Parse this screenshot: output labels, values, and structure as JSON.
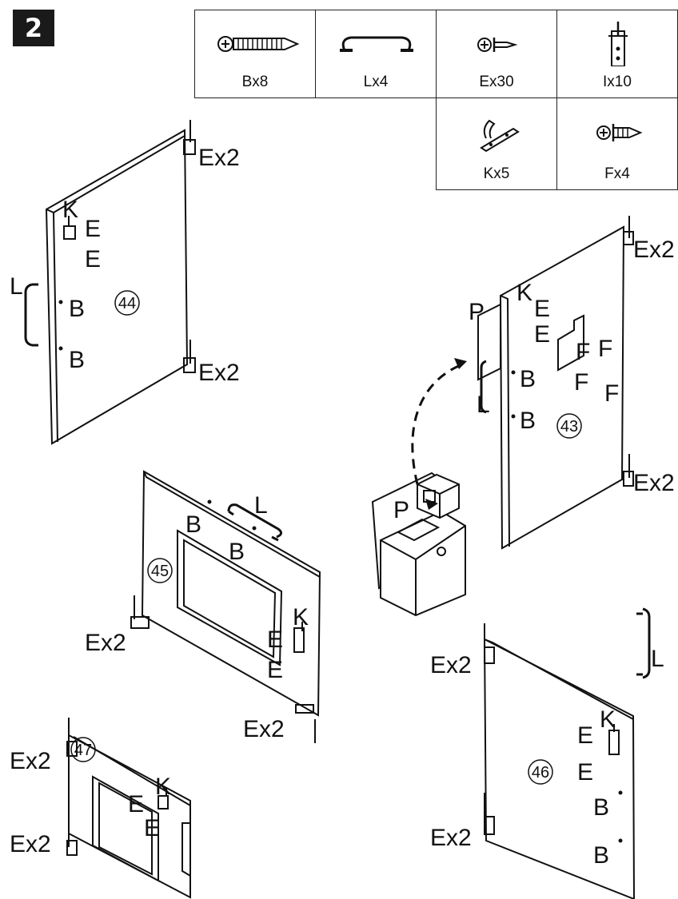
{
  "step": {
    "number": "2"
  },
  "parts": [
    {
      "id": "B",
      "label": "Bx8",
      "icon": "long-screw-icon"
    },
    {
      "id": "L",
      "label": "Lx4",
      "icon": "handle-icon"
    },
    {
      "id": "E",
      "label": "Ex30",
      "icon": "short-screw-icon"
    },
    {
      "id": "I",
      "label": "Ix10",
      "icon": "hinge-pin-icon"
    },
    {
      "id": "K",
      "label": "Kx5",
      "icon": "bracket-icon"
    },
    {
      "id": "F",
      "label": "Fx4",
      "icon": "screw-icon"
    }
  ],
  "panels": {
    "p44": {
      "number": "44"
    },
    "p43": {
      "number": "43"
    },
    "p45": {
      "number": "45"
    },
    "p46": {
      "number": "46"
    },
    "p47": {
      "number": "47"
    }
  },
  "callouts": {
    "ex2": "Ex2",
    "k": "K",
    "e": "E",
    "l": "L",
    "b": "B",
    "f": "F",
    "p": "P"
  },
  "arrow": {
    "icon": "dashed-arrow-icon"
  }
}
